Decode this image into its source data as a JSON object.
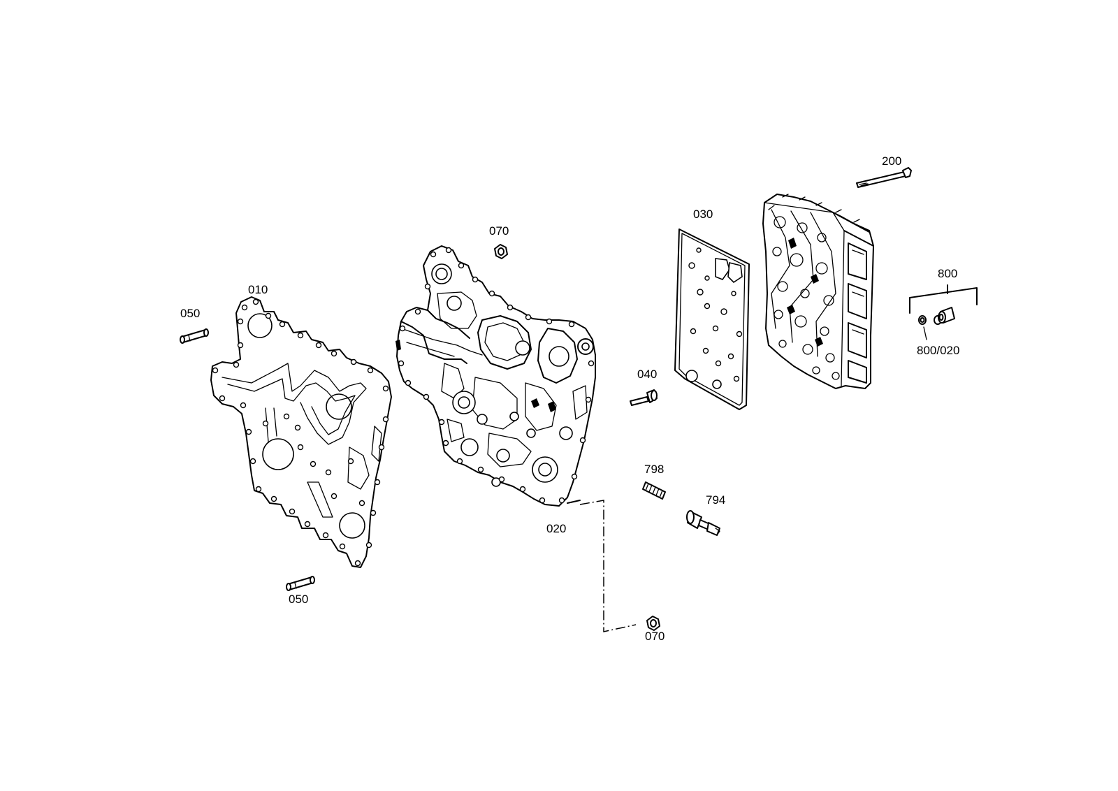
{
  "labels": {
    "p010": "010",
    "p020": "020",
    "p030": "030",
    "p040": "040",
    "p050_top": "050",
    "p050_bottom": "050",
    "p070_top": "070",
    "p070_bottom": "070",
    "p200": "200",
    "p794": "794",
    "p798": "798",
    "p800": "800",
    "p800_020": "800/020"
  }
}
